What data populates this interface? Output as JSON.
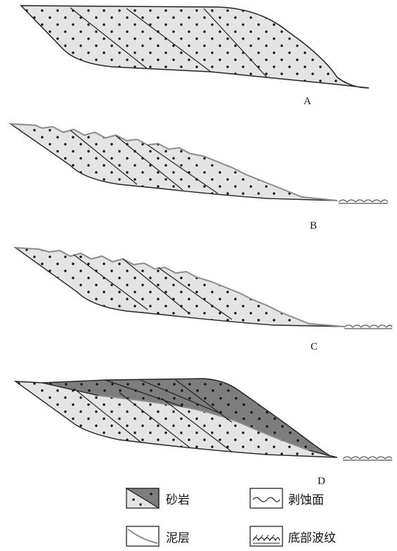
{
  "panels": [
    {
      "id": "A",
      "label": "A"
    },
    {
      "id": "B",
      "label": "B"
    },
    {
      "id": "C",
      "label": "C"
    },
    {
      "id": "D",
      "label": "D"
    }
  ],
  "legend": {
    "sandstone": "砂岩",
    "erosion_surface": "剥蚀面",
    "mud_layer": "泥层",
    "basal_ripples": "底部波纹"
  },
  "colors": {
    "light_fill": "#e4e4e4",
    "dark_fill": "#7d7d7d",
    "line": "#222222",
    "grey_line": "#8c8c8c",
    "dot": "#111111"
  }
}
